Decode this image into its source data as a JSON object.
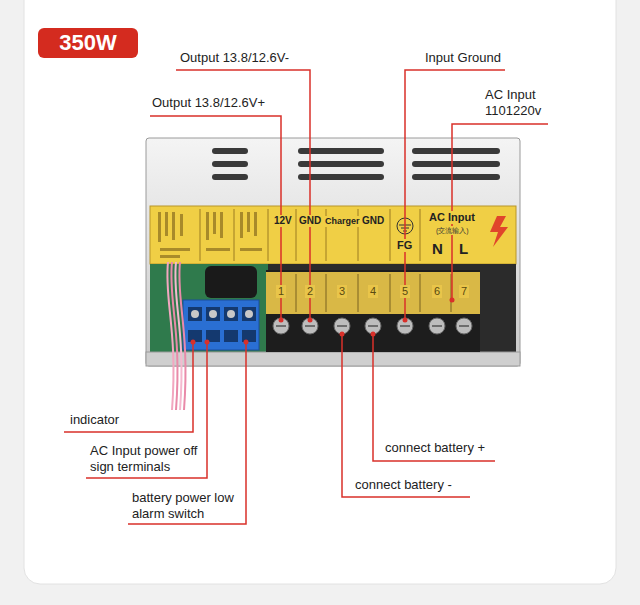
{
  "diagram": {
    "nodes": [
      {
        "text": [
          "350W"
        ]
      }
    ],
    "labels": [
      "Output 13.8/12.6V-",
      "Input Ground",
      "Output 13.8/12.6V+",
      "AC Input 1101220v",
      "12V",
      "GND",
      "Charger",
      "GND",
      "FG",
      "AC Input",
      "(交流输入)",
      "N",
      "L",
      "1",
      "2",
      "3",
      "4",
      "5",
      "6",
      "7",
      "indicator",
      "AC Input power off sign terminals",
      "battery power low alarm switch",
      "connect battery +",
      "connect battery -"
    ]
  }
}
